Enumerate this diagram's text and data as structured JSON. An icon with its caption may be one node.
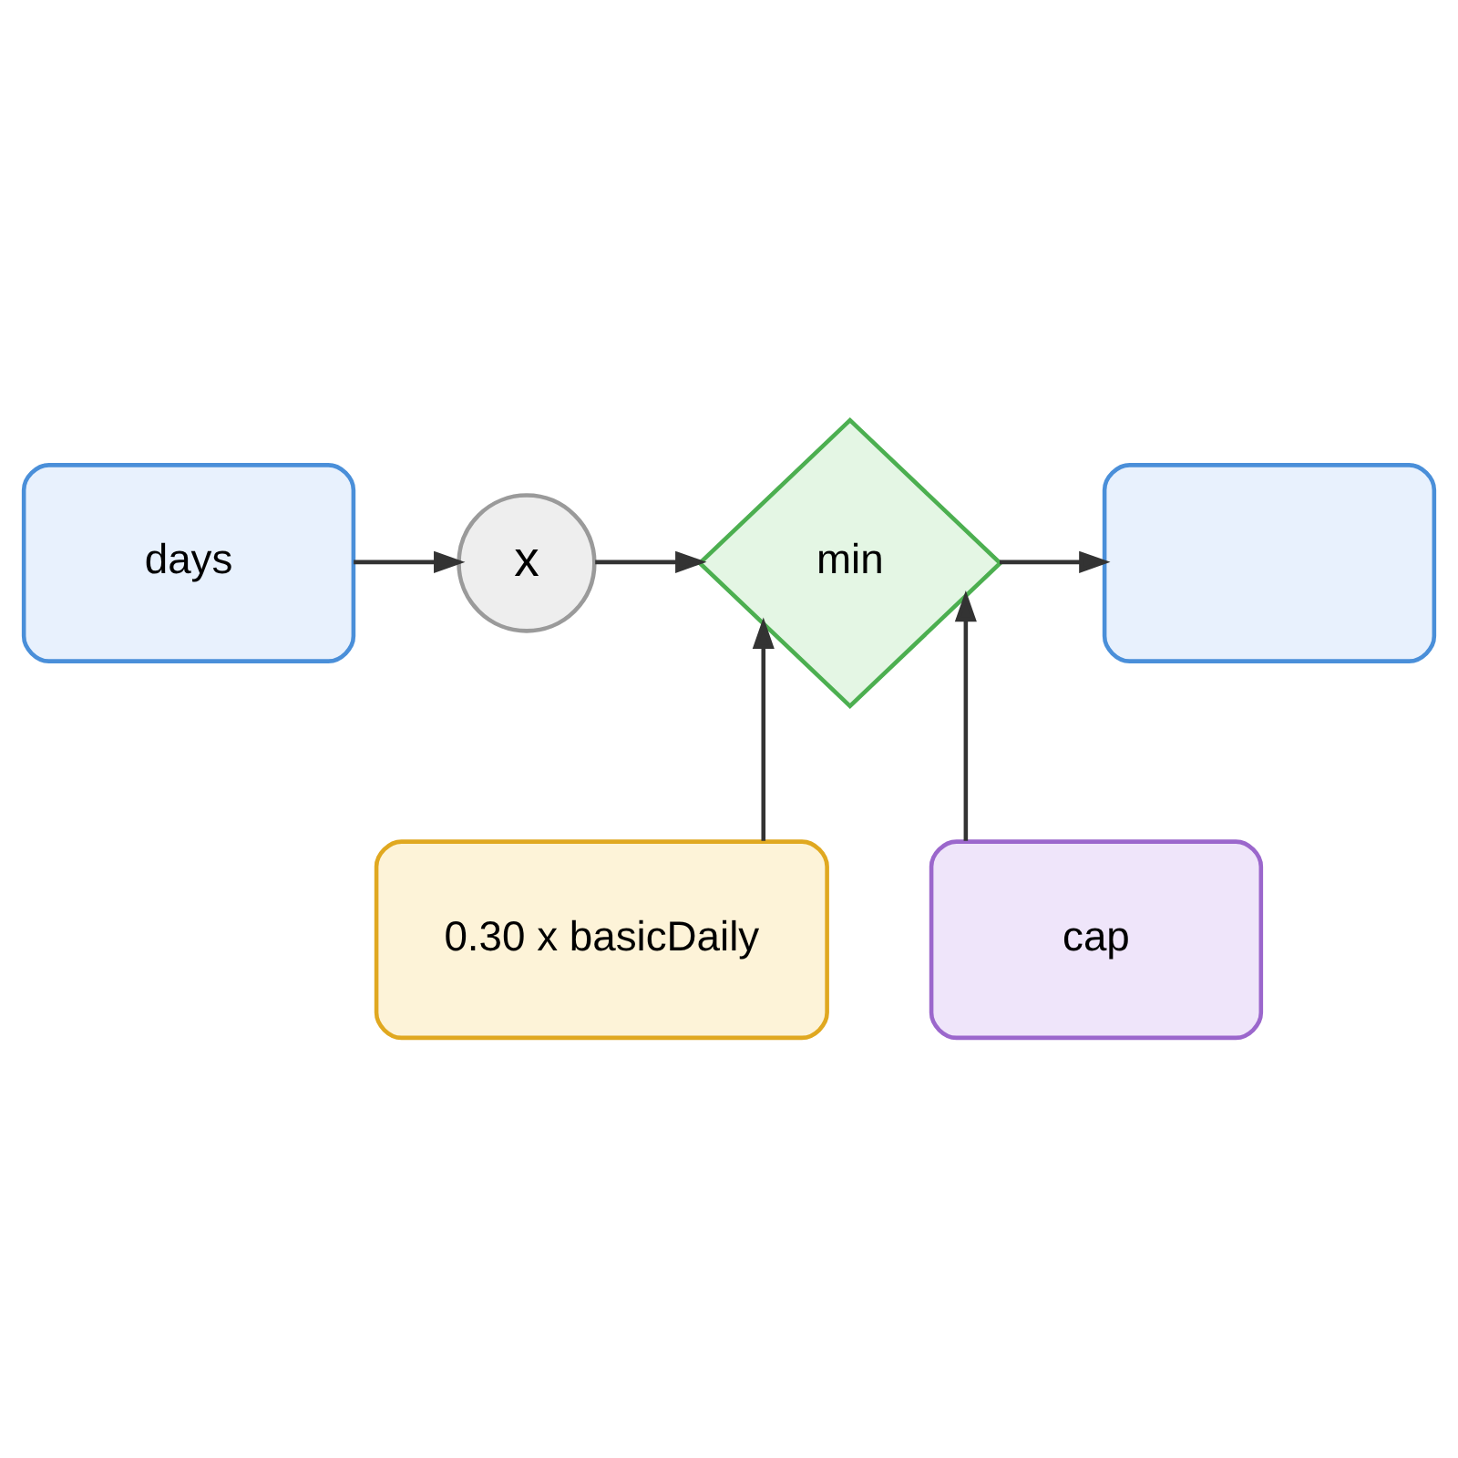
{
  "diagram": {
    "nodes": [
      {
        "text": [
          "days"
        ]
      },
      {
        "text": [
          "x"
        ]
      },
      {
        "text": [
          "min"
        ]
      },
      {
        "text": [],
        "shape": "box"
      },
      {
        "text": [
          "0.30 x basicDaily"
        ]
      },
      {
        "text": [
          "cap"
        ]
      }
    ],
    "edges": [
      {
        "from": 0,
        "to": 1,
        "arrow": "to"
      },
      {
        "from": 1,
        "to": 2,
        "arrow": "to"
      },
      {
        "from": 2,
        "to": 3,
        "arrow": "to"
      },
      {
        "from": 4,
        "to": 2,
        "arrow": "to"
      },
      {
        "from": 5,
        "to": 2,
        "arrow": "to"
      }
    ]
  }
}
